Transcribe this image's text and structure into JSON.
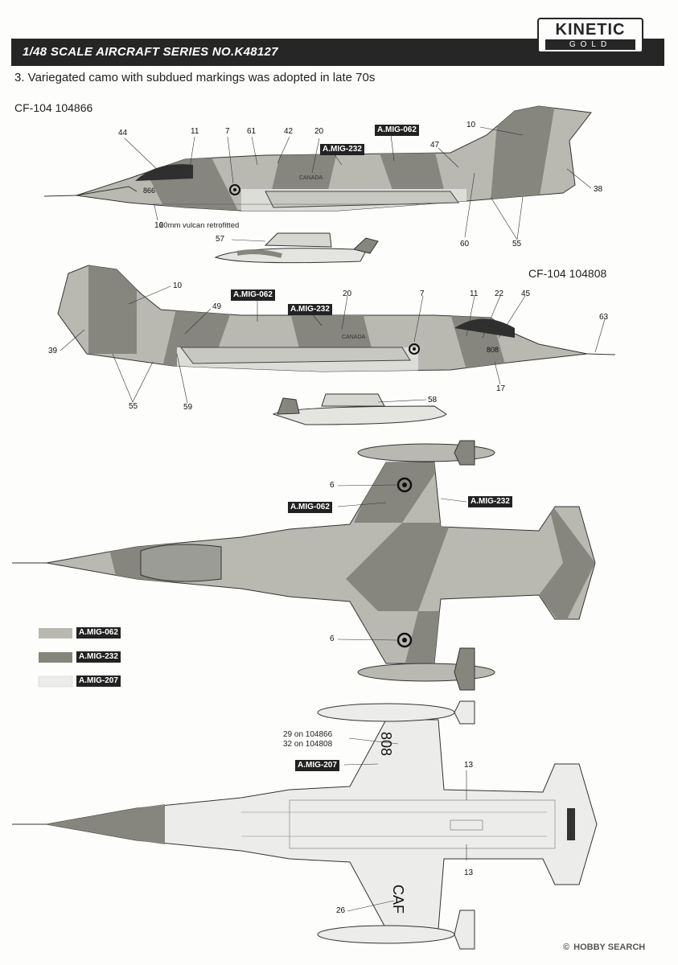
{
  "header": {
    "title": "1/48 SCALE  AIRCRAFT  SERIES NO.K48127",
    "logo_brand": "KINETIC",
    "logo_sub": "GOLD"
  },
  "scheme_heading": "3. Variegated camo with subdued markings was adopted in late 70s",
  "aircraft": [
    {
      "serial": "CF-104 104866"
    },
    {
      "serial": "CF-104 104808"
    }
  ],
  "colors": [
    {
      "code": "A.MIG-062",
      "hex": "#b9b9b2"
    },
    {
      "code": "A.MIG-232",
      "hex": "#86867e"
    },
    {
      "code": "A.MIG-207",
      "hex": "#ececea"
    }
  ],
  "callouts_profile1": [
    "44",
    "11",
    "7",
    "61",
    "42",
    "20",
    "10",
    "47",
    "38",
    "16",
    "60",
    "55",
    "57"
  ],
  "callouts_profile2": [
    "10",
    "20",
    "7",
    "11",
    "22",
    "45",
    "49",
    "63",
    "39",
    "55",
    "59",
    "17",
    "58"
  ],
  "callouts_top": [
    "6",
    "6"
  ],
  "callouts_bottom": [
    "13",
    "13",
    "26"
  ],
  "tags": {
    "p1_062": "A.MIG-062",
    "p1_232": "A.MIG-232",
    "p2_062": "A.MIG-062",
    "p2_232": "A.MIG-232",
    "top_062": "A.MIG-062",
    "top_232": "A.MIG-232",
    "bottom_207": "A.MIG-207"
  },
  "notes": {
    "vulcan": "20mm vulcan retrofitted",
    "decal_29": "29 on 104866",
    "decal_32": "32 on 104808"
  },
  "aircraft_markings": {
    "nose_866": "866",
    "nose_808": "808",
    "canada": "CANADA",
    "wing_808": "808",
    "wing_caf": "CAF"
  },
  "watermark": "HOBBY SEARCH",
  "watermark_symbol": "©"
}
